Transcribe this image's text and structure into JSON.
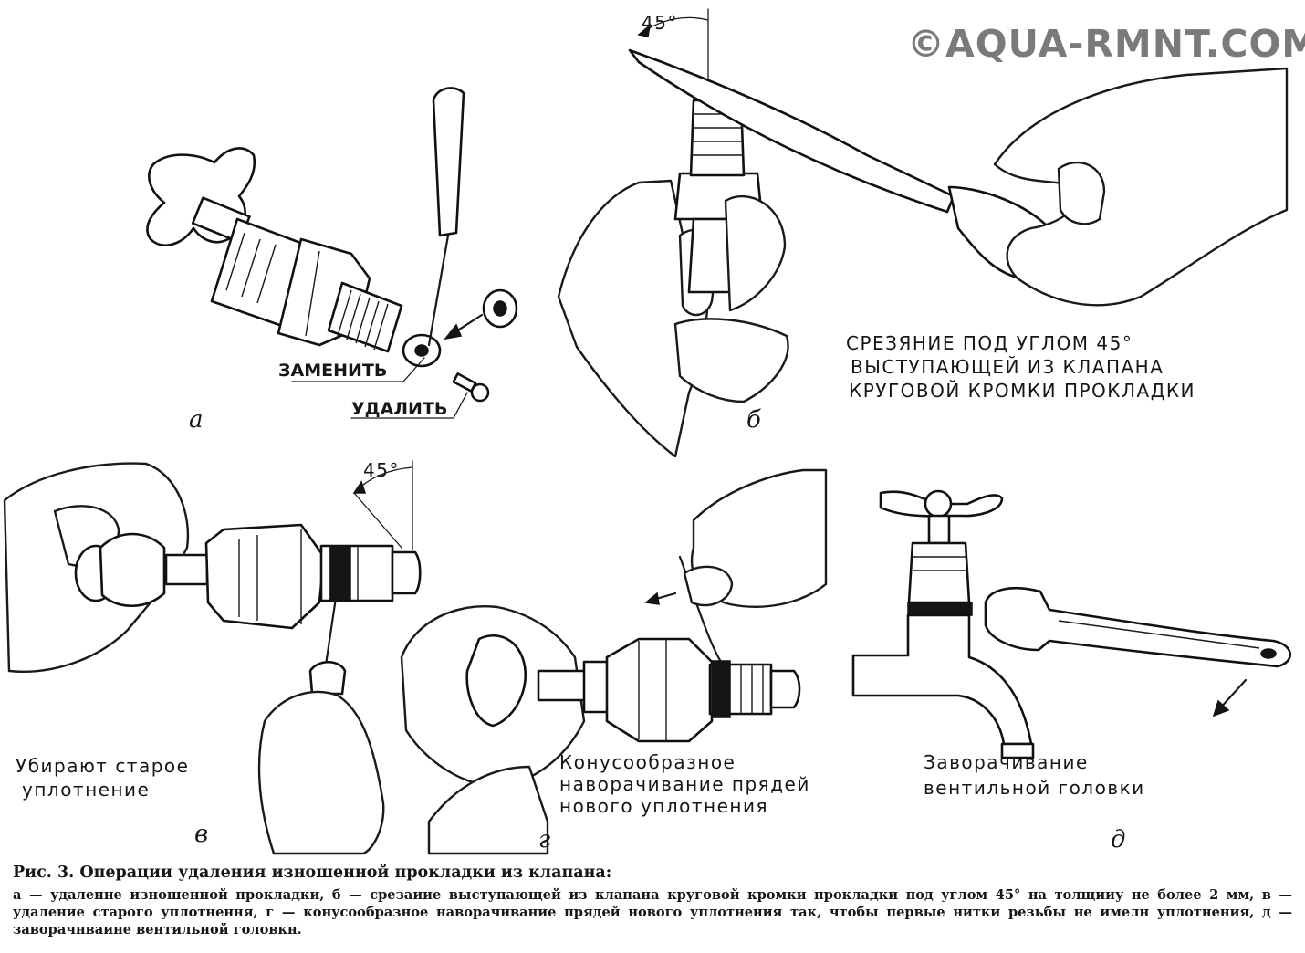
{
  "watermark": "©AQUA-RMNT.COM",
  "panels": {
    "a": {
      "letter": "а",
      "label_replace": "ЗАМЕНИТЬ",
      "label_remove": "УДАЛИТЬ"
    },
    "b": {
      "letter": "б",
      "angle": "45°",
      "caption_lines": [
        "СРЕЗЯНИЕ ПОД УГЛОМ 45°",
        "ВЫСТУПАЮЩЕЙ ИЗ КЛАПАНА",
        "КРУГОВОЙ КРОМКИ ПРОКЛАДКИ"
      ]
    },
    "v": {
      "letter": "в",
      "angle": "45°",
      "caption_lines": [
        "Убирают старое",
        "уплотнение"
      ]
    },
    "g": {
      "letter": "г",
      "caption_lines": [
        "Конусообразное",
        "наворачивание прядей",
        "нового уплотнения"
      ]
    },
    "d": {
      "letter": "д",
      "caption_lines": [
        "Заворачивание",
        "вентильной головки"
      ]
    }
  },
  "figure_caption": {
    "title": "Рис. 3. Операции удаления изношенной прокладки из клапана:",
    "body": "а — удаленне изношенной прокладки, б — срезаиие выступающей из клапана круговой кромки прокладки под углом 45° на толщииу не более 2 мм, в — удаление старого уплотнення, г — конусообразное наворачнвание прядей нового уплотнения так, чтобы первые нитки резьбы не имелн уплотнения, д — заворачнваине вентильной головкн."
  }
}
